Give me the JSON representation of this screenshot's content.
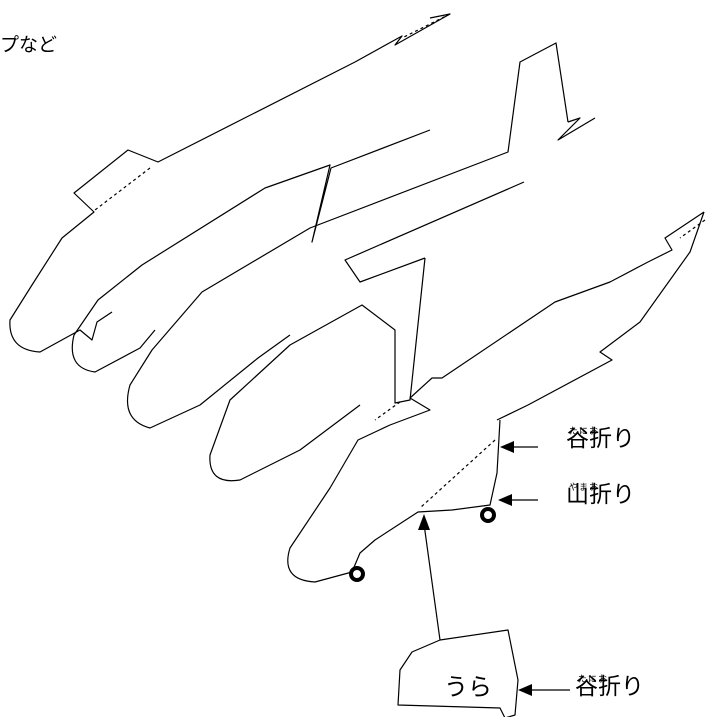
{
  "corner_text": "プなど",
  "fold_labels": {
    "valley_top": {
      "reading": "たにお",
      "text": "谷折り"
    },
    "mountain": {
      "reading": "やまお",
      "text": "山折り"
    },
    "valley_bottom": {
      "reading": "たにお",
      "text": "谷折り"
    }
  },
  "back_label": "うら",
  "colors": {
    "line": "#000000",
    "background": "#ffffff"
  }
}
